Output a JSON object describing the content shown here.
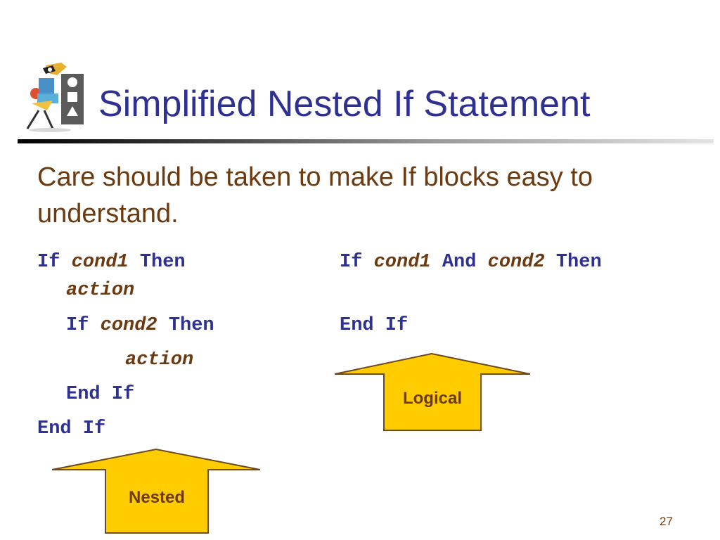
{
  "slide": {
    "title": "Simplified Nested If Statement",
    "body": "Care should be taken to make If blocks easy to understand.",
    "page_number": "27"
  },
  "nested": {
    "line1": {
      "kw1": "If ",
      "cond": "cond1",
      "kw2": " Then"
    },
    "line2": {
      "action": "action"
    },
    "line3": {
      "kw1": "If ",
      "cond": "cond2",
      "kw2": " Then"
    },
    "line4": {
      "action": "action"
    },
    "line5": {
      "kw": "End If"
    },
    "line6": {
      "kw": "End If"
    },
    "arrow_label": "Nested"
  },
  "logical": {
    "line1": {
      "kw1": "If ",
      "cond1": "cond1",
      "kw2": " And ",
      "cond2": "cond2",
      "kw3": " Then"
    },
    "line2": {
      "kw": "End If"
    },
    "arrow_label": "Logical"
  },
  "colors": {
    "title": "#2e3192",
    "body": "#6b3a10",
    "code_keyword": "#2e3192",
    "code_italic": "#6b3a10",
    "arrow_fill": "#ffcc00",
    "arrow_stroke": "#6b4a20"
  }
}
